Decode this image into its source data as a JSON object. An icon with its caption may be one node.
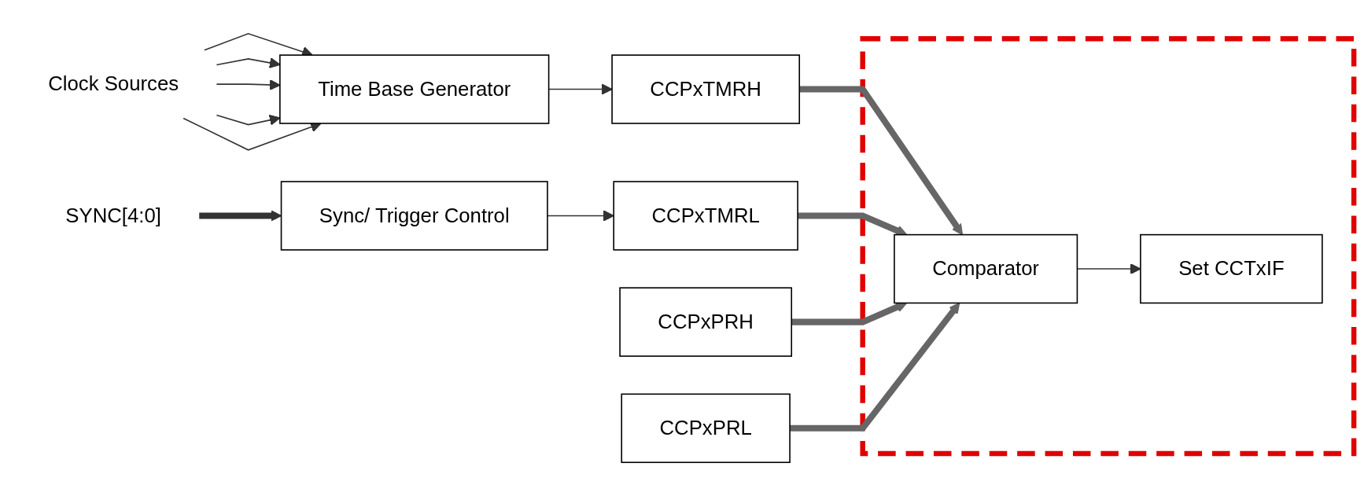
{
  "diagram": {
    "nodes": [
      {
        "text": [
          "SYNC[4:0]"
        ]
      },
      {
        "text": [
          "Sync/ Trigger Control"
        ]
      },
      {
        "text": [
          "Clock Sources"
        ]
      },
      {
        "text": [
          "Time Base Generator"
        ]
      },
      {
        "text": [
          "CCPxTMRH"
        ]
      },
      {
        "text": [
          "CCPxTMRL"
        ]
      },
      {
        "text": [],
        "shape": "box"
      },
      {
        "text": [
          "Comparator"
        ],
        "in": 6
      },
      {
        "text": [
          "Set CCTxIF"
        ],
        "in": 6
      },
      {
        "text": [
          "CCPxPRH"
        ]
      },
      {
        "text": [
          "CCPxPRL"
        ]
      }
    ],
    "edges": [
      {
        "from": 0,
        "to": 1,
        "arrow": "to",
        "style": "thick"
      },
      {
        "from": 2,
        "to": 3,
        "arrow": "to"
      },
      {
        "from": 2,
        "to": 3,
        "arrow": "to"
      },
      {
        "from": 2,
        "to": 3,
        "arrow": "to"
      },
      {
        "from": 2,
        "to": 3,
        "arrow": "to"
      },
      {
        "from": 2,
        "to": 3,
        "arrow": "to"
      },
      {
        "from": 1,
        "to": 5,
        "arrow": "to"
      },
      {
        "from": 3,
        "to": 4,
        "arrow": "to"
      },
      {
        "from": 4,
        "to": 7,
        "arrow": "to",
        "style": "thick",
        "color": "#666666"
      },
      {
        "from": 5,
        "to": 7,
        "arrow": "to",
        "style": "thick",
        "color": "#666666"
      },
      {
        "from": 9,
        "to": 7,
        "arrow": "to",
        "style": "thick",
        "color": "#666666"
      },
      {
        "from": 10,
        "to": 7,
        "arrow": "to",
        "style": "thick",
        "color": "#666666"
      },
      {
        "from": 7,
        "to": 8,
        "arrow": "to"
      }
    ]
  }
}
